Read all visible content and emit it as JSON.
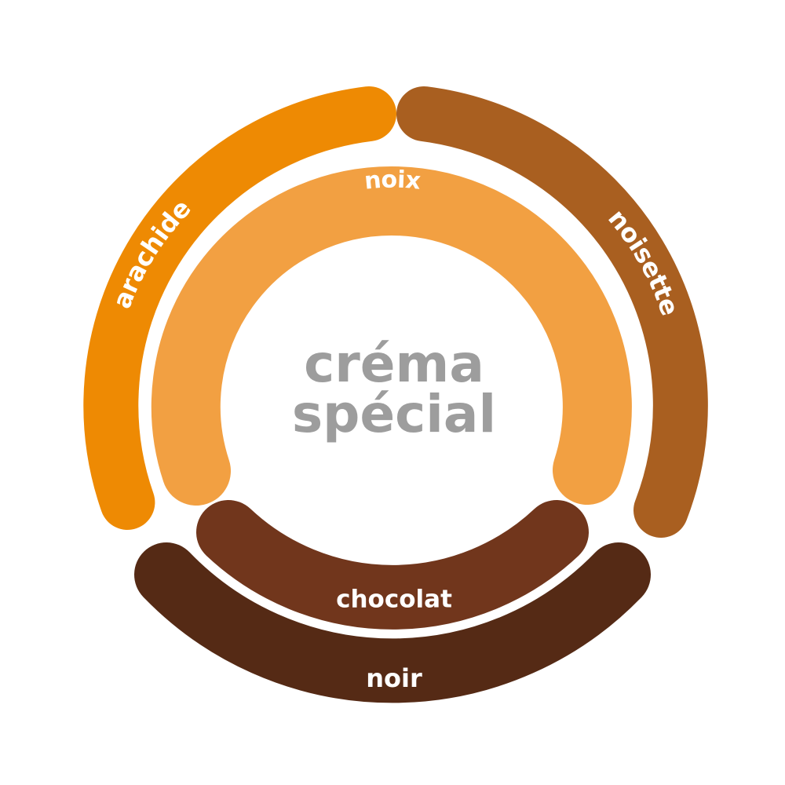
{
  "center": {
    "line1": "créma",
    "line2": "spécial",
    "color": "#9d9d9d"
  },
  "segments": {
    "arachide": {
      "label": "arachide",
      "color": "#ee8a03"
    },
    "noisette": {
      "label": "noisette",
      "color": "#a95f20"
    },
    "noix": {
      "label": "noix",
      "color": "#f2a042"
    },
    "chocolat": {
      "label": "chocolat",
      "color": "#71361c"
    },
    "noir": {
      "label": "noir",
      "color": "#552a15"
    }
  }
}
